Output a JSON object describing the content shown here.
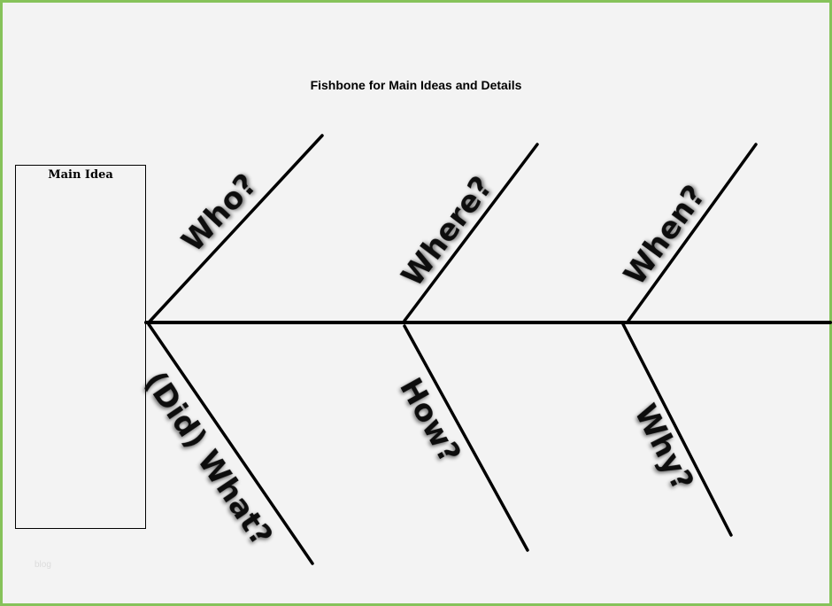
{
  "title": "Fishbone for Main Ideas and Details",
  "main_idea_label": "Main Idea",
  "watermark": "blog",
  "bones": {
    "top": [
      "Who?",
      "Where?",
      "When?"
    ],
    "bottom": [
      "(Did) What?",
      "How?",
      "Why?"
    ]
  },
  "colors": {
    "border": "#86c25a",
    "background": "#f3f3f3",
    "lines": "#000000"
  }
}
